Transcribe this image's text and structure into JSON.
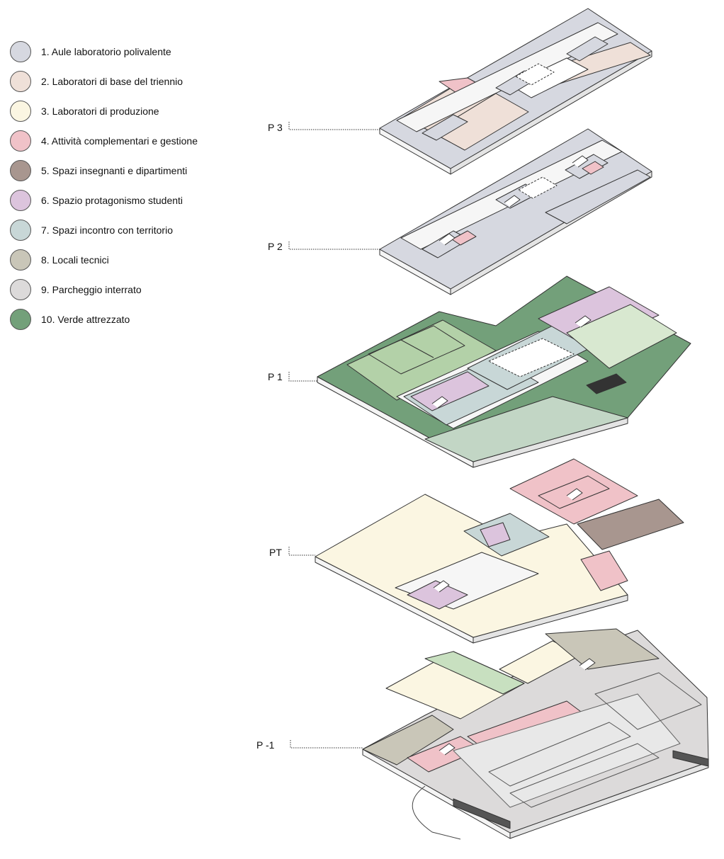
{
  "legend": [
    {
      "label": "1.  Aule laboratorio polivalente",
      "color": "#d6d8e0"
    },
    {
      "label": "2. Laboratori di base del triennio",
      "color": "#efe0d8"
    },
    {
      "label": "3. Laboratori di produzione",
      "color": "#fbf6e2"
    },
    {
      "label": "4. Attività complementari e gestione",
      "color": "#f0c2c8"
    },
    {
      "label": "5. Spazi insegnanti e dipartimenti",
      "color": "#a8968f"
    },
    {
      "label": "6. Spazio protagonismo studenti",
      "color": "#dcc4dd"
    },
    {
      "label": "7. Spazi incontro con territorio",
      "color": "#c8d7d7"
    },
    {
      "label": "8. Locali tecnici",
      "color": "#c9c6b8"
    },
    {
      "label": "9. Parcheggio interrato",
      "color": "#dcdada"
    },
    {
      "label": "10. Verde attrezzato",
      "color": "#73a07a"
    }
  ],
  "levels": {
    "p3": "P 3",
    "p2": "P 2",
    "p1": "P 1",
    "pt": "PT",
    "pm1": "P -1"
  }
}
